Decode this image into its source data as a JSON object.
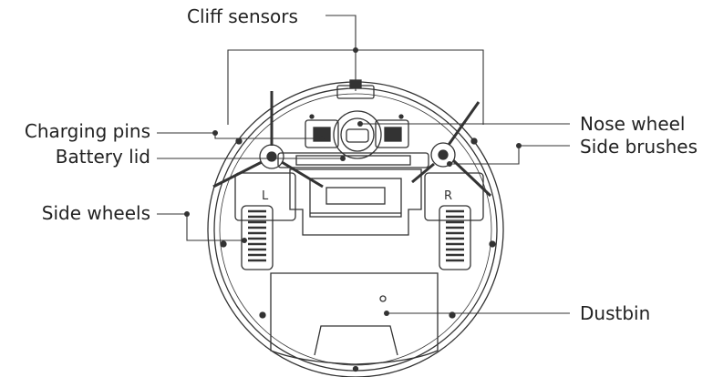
{
  "labels": {
    "cliff_sensors": "Cliff sensors",
    "charging_pins": "Charging pins",
    "battery_lid": "Battery lid",
    "side_wheels": "Side wheels",
    "nose_wheel": "Nose wheel",
    "side_brushes": "Side brushes",
    "dustbin": "Dustbin"
  },
  "wheel_marks": {
    "left": "L",
    "right": "R"
  },
  "colors": {
    "line": "#333333",
    "text": "#222222",
    "background": "#ffffff"
  }
}
